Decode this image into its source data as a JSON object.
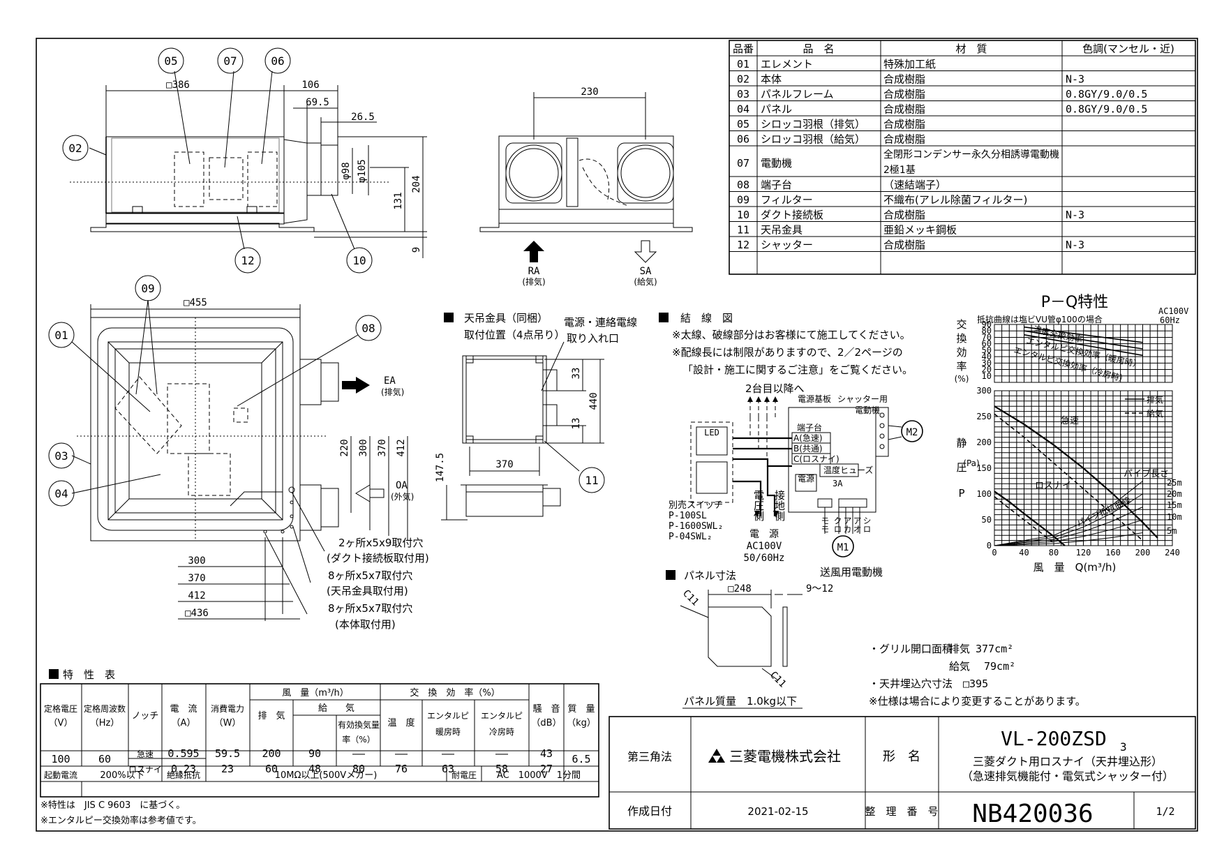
{
  "parts_table": {
    "headers": [
      "品番",
      "品　名",
      "材　質",
      "色調(マンセル・近)"
    ],
    "rows": [
      {
        "no": "01",
        "name": "エレメント",
        "material": "特殊加工紙",
        "color": ""
      },
      {
        "no": "02",
        "name": "本体",
        "material": "合成樹脂",
        "color": "N-3"
      },
      {
        "no": "03",
        "name": "パネルフレーム",
        "material": "合成樹脂",
        "color": "0.8GY/9.0/0.5"
      },
      {
        "no": "04",
        "name": "パネル",
        "material": "合成樹脂",
        "color": "0.8GY/9.0/0.5"
      },
      {
        "no": "05",
        "name": "シロッコ羽根（排気）",
        "material": "合成樹脂",
        "color": ""
      },
      {
        "no": "06",
        "name": "シロッコ羽根（給気）",
        "material": "合成樹脂",
        "color": ""
      },
      {
        "no": "07",
        "name": "電動機",
        "material": "全閉形コンデンサー永久分相誘導電動機",
        "material2": "2極1基",
        "color": ""
      },
      {
        "no": "08",
        "name": "端子台",
        "material": "（速結端子）",
        "color": ""
      },
      {
        "no": "09",
        "name": "フィルター",
        "material": "不織布(アレル除菌フィルター)",
        "color": ""
      },
      {
        "no": "10",
        "name": "ダクト接続板",
        "material": "合成樹脂",
        "color": "N-3"
      },
      {
        "no": "11",
        "name": "天吊金具",
        "material": "亜鉛メッキ鋼板",
        "color": ""
      },
      {
        "no": "12",
        "name": "シャッター",
        "material": "合成樹脂",
        "color": "N-3"
      }
    ]
  },
  "front_view": {
    "labels": [
      "05",
      "07",
      "06",
      "02",
      "12",
      "10"
    ],
    "dims": {
      "width": "□386",
      "d106": "106",
      "d69": "69.5",
      "d26": "26.5",
      "phi98": "φ98",
      "phi105": "φ105",
      "h204": "204",
      "h131": "131",
      "h9": "9"
    }
  },
  "side_view": {
    "dim": "230",
    "ra": "RA",
    "ra_sub": "(排気)",
    "sa": "SA",
    "sa_sub": "(給気)"
  },
  "plan_view": {
    "labels": [
      "09",
      "01",
      "08",
      "03",
      "04"
    ],
    "width": "□455",
    "ea": "EA",
    "ea_sub": "(排気)",
    "oa": "OA",
    "oa_sub": "(外気)",
    "vdims": [
      "220",
      "300",
      "370",
      "412"
    ],
    "hdims": [
      "300",
      "370",
      "412",
      "□436"
    ],
    "notes": [
      "2ヶ所x5x9取付穴",
      "(ダクト接続板取付用)",
      "8ヶ所x5x7取付穴",
      "(天吊金具取付用)",
      "8ヶ所x5x7取付穴",
      "(本体取付用)"
    ]
  },
  "hanger": {
    "title": "天吊金具（同梱）",
    "title2": "取付位置（4点吊り）",
    "cable": "電源・連絡電線",
    "cable2": "取り入れ口",
    "dims": {
      "d33": "33",
      "d440": "440",
      "d13": "13",
      "d370": "370",
      "d147": "147.5"
    },
    "label": "11"
  },
  "wiring": {
    "title": "結　線　図",
    "notes": [
      "※太線、破線部分はお客様にて施工してください。",
      "※配線長には制限がありますので、2／2ページの",
      "「設計・施工に関するご注意」をご覧ください。"
    ],
    "next": "2台目以降へ",
    "board": "電源基板",
    "shutter": "シャッター用",
    "shutter2": "電動機",
    "terminal": "端子台",
    "tA": "A(急速)",
    "tB": "B(共通)",
    "tC": "C(ロスナイ)",
    "fuse": "温度ヒューズ",
    "amp": "3A",
    "led": "LED",
    "switch": "別売スイッチ",
    "models": [
      "P-100SL",
      "P-1600SWL₂",
      "P-04SWL₂"
    ],
    "v1": "電圧側",
    "v2": "接地側",
    "power": "電　源",
    "ac": "AC100V",
    "hz": "50/60Hz",
    "m1": "M1",
    "m2": "M2",
    "motor": "送風用電動機",
    "denden": "電源",
    "colors": [
      "モモ",
      "クロ",
      "アカ",
      "アオ",
      "シロ"
    ]
  },
  "panel": {
    "title": "パネル寸法",
    "w": "□248",
    "t": "9～12",
    "c11": "C11",
    "mass": "パネル質量　1.0kg以下"
  },
  "pq_chart": {
    "title": "P－Q特性",
    "power": "AC100V",
    "freq": "60Hz",
    "eff_label": [
      "交",
      "換",
      "効",
      "率",
      "(%)"
    ],
    "curve_note": "抵抗曲線は塩ビVU管φ100の場合",
    "p_label": [
      "静",
      "圧",
      "(Pa)",
      "P"
    ],
    "x_label": "風　量　Q(m³/h)",
    "legend": [
      "排気",
      "給気"
    ],
    "eff_curves": [
      "温度交換効率",
      "エンタルピ交換効率（暖房時）",
      "エンタルピ交換効率（冷房時）"
    ],
    "q_curves": [
      "急速",
      "ロスナイ"
    ],
    "pipe_label": "パイプ長さ",
    "pipes": [
      "25m",
      "20m",
      "15m",
      "10m",
      "5m"
    ],
    "pipe_curve": "パイプ抵抗曲線"
  },
  "chart_data": {
    "type": "line",
    "title": "P－Q特性",
    "xlabel": "風　量　Q(m³/h)",
    "ylabel": "静　圧 P (Pa)",
    "xlim": [
      0,
      240
    ],
    "ylim": [
      0,
      300
    ],
    "x_ticks": [
      "0",
      "40",
      "80",
      "120",
      "160",
      "200",
      "240"
    ],
    "y_ticks": [
      "0",
      "50",
      "100",
      "150",
      "200",
      "250",
      "300"
    ],
    "eff_ylim": [
      0,
      90
    ],
    "eff_ticks": [
      "10",
      "20",
      "30",
      "40",
      "50",
      "60",
      "70",
      "80",
      "90"
    ],
    "series": [
      {
        "name": "急速",
        "style": "排気",
        "x": [
          0,
          40,
          80,
          120,
          160,
          200,
          220
        ],
        "y": [
          270,
          235,
          195,
          150,
          100,
          45,
          15
        ]
      },
      {
        "name": "急速",
        "style": "給気",
        "x": [
          0,
          40,
          80,
          120,
          160,
          200
        ],
        "y": [
          255,
          210,
          160,
          110,
          60,
          10
        ]
      },
      {
        "name": "ロスナイ",
        "style": "排気",
        "x": [
          0,
          20,
          40,
          60,
          80,
          95
        ],
        "y": [
          105,
          85,
          62,
          40,
          18,
          0
        ]
      },
      {
        "name": "ロスナイ",
        "style": "給気",
        "x": [
          0,
          20,
          40,
          60,
          80
        ],
        "y": [
          95,
          72,
          50,
          28,
          5
        ]
      }
    ],
    "eff_series": [
      {
        "name": "温度交換効率",
        "x": [
          40,
          80,
          120,
          160,
          200
        ],
        "y": [
          86,
          80,
          74,
          68,
          62
        ]
      },
      {
        "name": "エンタルピ交換効率（暖房時）",
        "x": [
          40,
          80,
          120,
          160,
          200
        ],
        "y": [
          80,
          73,
          66,
          59,
          52
        ]
      },
      {
        "name": "エンタルピ交換効率（冷房時）",
        "x": [
          40,
          80,
          120,
          160,
          200
        ],
        "y": [
          74,
          66,
          58,
          50,
          42
        ]
      }
    ],
    "pipe_curves": [
      {
        "name": "25m",
        "x": [
          0,
          80,
          120,
          160,
          200
        ],
        "y": [
          0,
          20,
          45,
          80,
          125
        ]
      },
      {
        "name": "20m",
        "x": [
          0,
          80,
          120,
          160,
          200
        ],
        "y": [
          0,
          16,
          36,
          64,
          100
        ]
      },
      {
        "name": "15m",
        "x": [
          0,
          80,
          120,
          160,
          200
        ],
        "y": [
          0,
          12,
          27,
          48,
          75
        ]
      },
      {
        "name": "10m",
        "x": [
          0,
          80,
          120,
          160,
          200
        ],
        "y": [
          0,
          8,
          18,
          32,
          50
        ]
      },
      {
        "name": "5m",
        "x": [
          0,
          80,
          120,
          160,
          200
        ],
        "y": [
          0,
          4,
          9,
          16,
          25
        ]
      }
    ]
  },
  "spec_notes": {
    "grille": "・グリル開口面積",
    "exhaust": "排気",
    "exhaust_v": "377cm²",
    "supply": "給気",
    "supply_v": "79cm²",
    "ceiling": "・天井埋込穴寸法",
    "ceiling_v": "□395",
    "change": "※仕様は場合により変更することがあります。"
  },
  "characteristics": {
    "title": "特　性　表",
    "h_voltage": "定格電圧",
    "h_voltage_u": "（V）",
    "h_freq": "定格周波数",
    "h_freq_u": "（Hz）",
    "h_notch": "ノッチ",
    "h_current": "電　流",
    "h_current_u": "（A）",
    "h_power": "消費電力",
    "h_power_u": "（W）",
    "h_air": "風　量（m³/h）",
    "h_ex": "排　気",
    "h_sup": "給　　気",
    "h_eff_air": "有効換気量",
    "h_eff_air2": "率（%）",
    "h_xeff": "交　換　効　率（%）",
    "h_temp": "温　度",
    "h_ent_h": "エンタルピ",
    "h_ent_h2": "暖房時",
    "h_ent_c": "エンタルピ",
    "h_ent_c2": "冷房時",
    "h_noise": "騒　音",
    "h_noise_u": "（dB）",
    "h_mass": "質　量",
    "h_mass_u": "（kg）",
    "voltage": "100",
    "freq": "60",
    "mass": "6.5",
    "rows": [
      {
        "notch": "急速",
        "current": "0.595",
        "power": "59.5",
        "ex": "200",
        "sup": "90",
        "eff": "――",
        "temp": "――",
        "enth": "――",
        "entc": "――",
        "noise": "43"
      },
      {
        "notch": "ロスナイ",
        "current": "0.23",
        "power": "23",
        "ex": "60",
        "sup": "48",
        "eff": "80",
        "temp": "76",
        "enth": "63",
        "entc": "58",
        "noise": "27"
      }
    ],
    "start_label": "起動電流",
    "start_v": "200%以下",
    "ins_label": "絶縁抵抗",
    "ins_v": "10MΩ以上(500Vメガー)",
    "wv_label": "耐電圧",
    "wv_v": "AC　1000V　1分間",
    "notes": [
      "※特性は　JIS C 9603　に基づく。",
      "※エンタルピー交換効率は参考値です。"
    ]
  },
  "title_block": {
    "projection": "第三角法",
    "company": "三菱電機株式会社",
    "model_label": "形　名",
    "model": "VL-200ZSD",
    "model_sub": "3",
    "desc1": "三菱ダクト用ロスナイ（天井埋込形）",
    "desc2": "（急速排気機能付・電気式シャッター付）",
    "date_label": "作成日付",
    "date": "2021-02-15",
    "num_label": "整　理　番　号",
    "num": "NB420036",
    "page": "1/2"
  }
}
